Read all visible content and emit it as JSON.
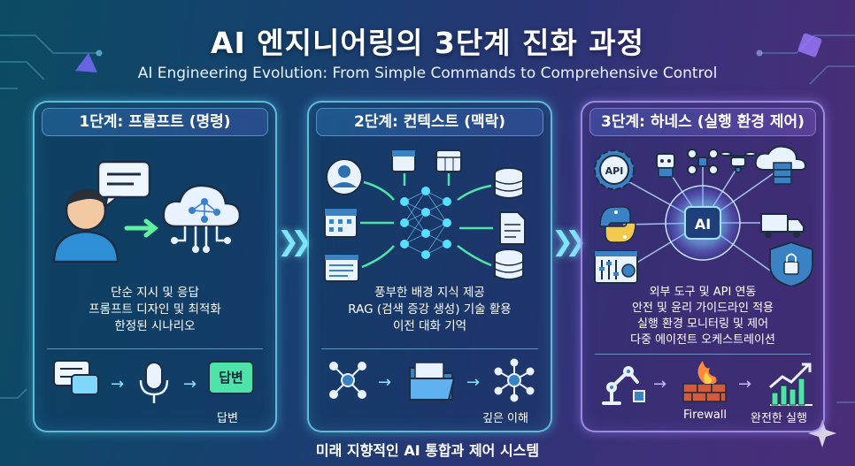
{
  "header": {
    "title": "AI 엔지니어링의 3단계 진화 과정",
    "subtitle": "AI Engineering Evolution: From Simple Commands to Comprehensive Control"
  },
  "stages": [
    {
      "title": "1단계: 프롬프트 (명령)",
      "description": [
        "단순 지시 및 응답",
        "프롬프트 디자인 및 최적화",
        "한정된 시나리오"
      ],
      "flow_answer_badge": "답변",
      "flow_caption": "답변"
    },
    {
      "title": "2단계: 컨텍스트 (맥락)",
      "description": [
        "풍부한 배경 지식 제공",
        "RAG (검색 증강 생성) 기술 활용",
        "이전 대화 기억"
      ],
      "flow_caption": "깊은 이해"
    },
    {
      "title": "3단계: 하네스 (실행 환경 제어)",
      "description": [
        "외부 도구 및 API 연동",
        "안전 및 윤리 가이드라인 적용",
        "실행 환경 모니터링 및 제어",
        "다중 에이전트 오케스트레이션"
      ],
      "hub_label": "AI",
      "api_gear_label": "API",
      "flow_captions": [
        "Firewall",
        "완전한 실행"
      ]
    }
  ],
  "footer": {
    "text": "미래 지향적인 AI 통합과 제어 시스템"
  },
  "colors": {
    "accent_cyan": "#7fe6ff",
    "accent_purple": "#a98cff",
    "icon_blue": "#3b82c4",
    "icon_yellow": "#f2c94c"
  }
}
